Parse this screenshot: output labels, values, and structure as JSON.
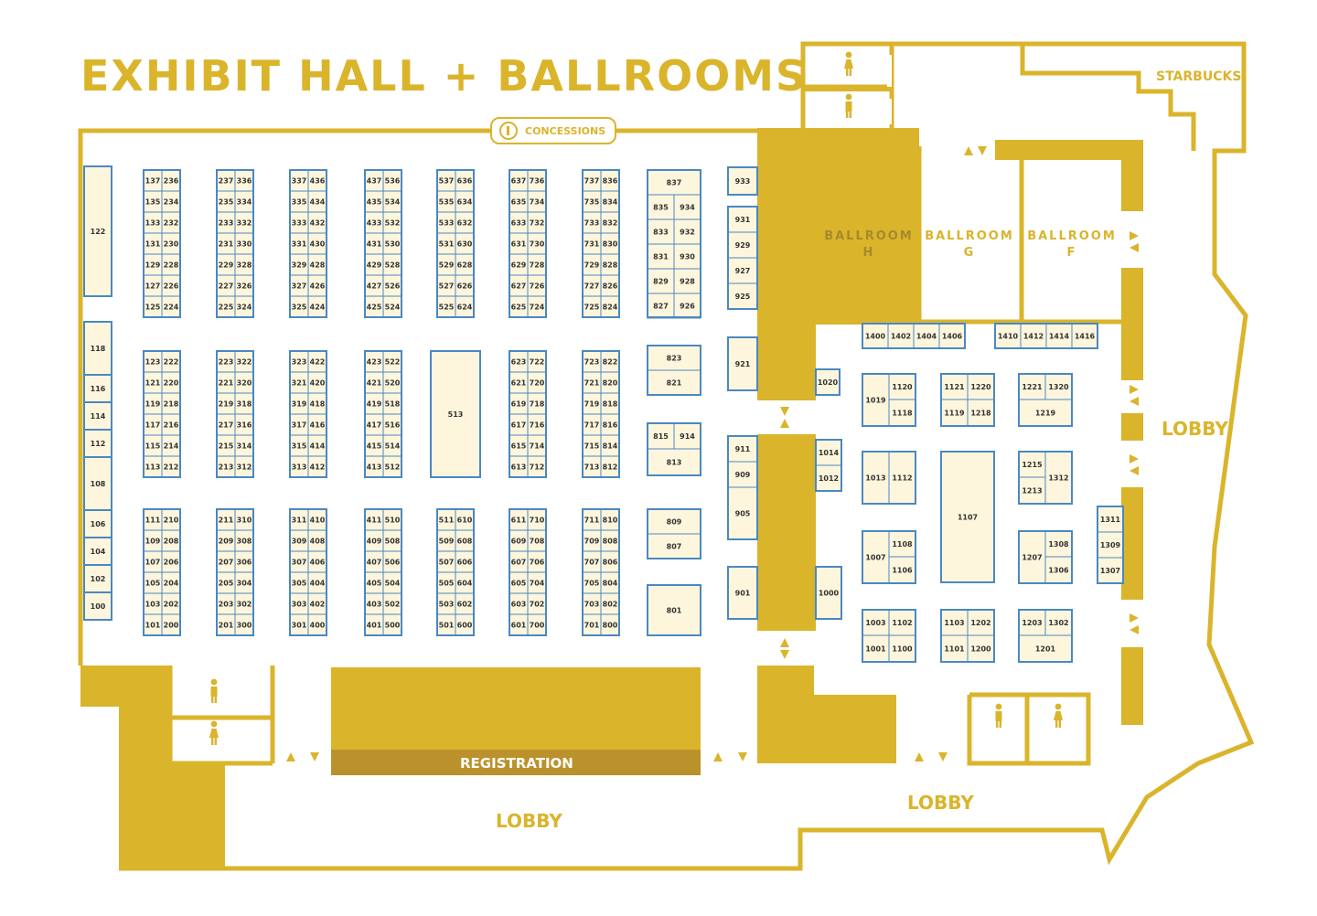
{
  "title": "EXHIBIT HALL + BALLROOMS",
  "labels": {
    "concessions": "CONCESSIONS",
    "starbucks": "STARBUCKS",
    "registration": "REGISTRATION",
    "lobby_left": "LOBBY",
    "lobby_bottom": "LOBBY",
    "lobby_right": "LOBBY",
    "ballroom_h": [
      "BALLROOM",
      "H"
    ],
    "ballroom_g": [
      "BALLROOM",
      "G"
    ],
    "ballroom_f": [
      "BALLROOM",
      "F"
    ]
  },
  "icons": {
    "restroom_women": "woman-restroom-icon",
    "restroom_men": "man-restroom-icon",
    "concessions": "utensils-icon",
    "arrows": "direction-arrow-icon"
  },
  "colors": {
    "gold": "#dab42b",
    "gold_dark": "#bb912c",
    "booth_fill": "#fdf6dc",
    "booth_border": "#4a88c2"
  },
  "booths": {
    "wall_left": [
      "122",
      "118",
      "116",
      "114",
      "112",
      "108",
      "106",
      "104",
      "102",
      "100"
    ],
    "aisle_columns": [
      {
        "top": [
          [
            "137",
            "236"
          ],
          [
            "135",
            "234"
          ],
          [
            "133",
            "232"
          ],
          [
            "131",
            "230"
          ],
          [
            "129",
            "228"
          ],
          [
            "127",
            "226"
          ],
          [
            "125",
            "224"
          ]
        ],
        "mid": [
          [
            "123",
            "222"
          ],
          [
            "121",
            "220"
          ],
          [
            "119",
            "218"
          ],
          [
            "117",
            "216"
          ],
          [
            "115",
            "214"
          ],
          [
            "113",
            "212"
          ]
        ],
        "bot": [
          [
            "111",
            "210"
          ],
          [
            "109",
            "208"
          ],
          [
            "107",
            "206"
          ],
          [
            "105",
            "204"
          ],
          [
            "103",
            "202"
          ],
          [
            "101",
            "200"
          ]
        ]
      },
      {
        "top": [
          [
            "237",
            "336"
          ],
          [
            "235",
            "334"
          ],
          [
            "233",
            "332"
          ],
          [
            "231",
            "330"
          ],
          [
            "229",
            "328"
          ],
          [
            "227",
            "326"
          ],
          [
            "225",
            "324"
          ]
        ],
        "mid": [
          [
            "223",
            "322"
          ],
          [
            "221",
            "320"
          ],
          [
            "219",
            "318"
          ],
          [
            "217",
            "316"
          ],
          [
            "215",
            "314"
          ],
          [
            "213",
            "312"
          ]
        ],
        "bot": [
          [
            "211",
            "310"
          ],
          [
            "209",
            "308"
          ],
          [
            "207",
            "306"
          ],
          [
            "205",
            "304"
          ],
          [
            "203",
            "302"
          ],
          [
            "201",
            "300"
          ]
        ]
      },
      {
        "top": [
          [
            "337",
            "436"
          ],
          [
            "335",
            "434"
          ],
          [
            "333",
            "432"
          ],
          [
            "331",
            "430"
          ],
          [
            "329",
            "428"
          ],
          [
            "327",
            "426"
          ],
          [
            "325",
            "424"
          ]
        ],
        "mid": [
          [
            "323",
            "422"
          ],
          [
            "321",
            "420"
          ],
          [
            "319",
            "418"
          ],
          [
            "317",
            "416"
          ],
          [
            "315",
            "414"
          ],
          [
            "313",
            "412"
          ]
        ],
        "bot": [
          [
            "311",
            "410"
          ],
          [
            "309",
            "408"
          ],
          [
            "307",
            "406"
          ],
          [
            "305",
            "404"
          ],
          [
            "303",
            "402"
          ],
          [
            "301",
            "400"
          ]
        ]
      },
      {
        "top": [
          [
            "437",
            "536"
          ],
          [
            "435",
            "534"
          ],
          [
            "433",
            "532"
          ],
          [
            "431",
            "530"
          ],
          [
            "429",
            "528"
          ],
          [
            "427",
            "526"
          ],
          [
            "425",
            "524"
          ]
        ],
        "mid": [
          [
            "423",
            "522"
          ],
          [
            "421",
            "520"
          ],
          [
            "419",
            "518"
          ],
          [
            "417",
            "516"
          ],
          [
            "415",
            "514"
          ],
          [
            "413",
            "512"
          ]
        ],
        "bot": [
          [
            "411",
            "510"
          ],
          [
            "409",
            "508"
          ],
          [
            "407",
            "506"
          ],
          [
            "405",
            "504"
          ],
          [
            "403",
            "502"
          ],
          [
            "401",
            "500"
          ]
        ]
      },
      {
        "top": [
          [
            "537",
            "636"
          ],
          [
            "535",
            "634"
          ],
          [
            "533",
            "632"
          ],
          [
            "531",
            "630"
          ],
          [
            "529",
            "628"
          ],
          [
            "527",
            "626"
          ],
          [
            "525",
            "624"
          ]
        ],
        "mid_single": "513",
        "bot": [
          [
            "511",
            "610"
          ],
          [
            "509",
            "608"
          ],
          [
            "507",
            "606"
          ],
          [
            "505",
            "604"
          ],
          [
            "503",
            "602"
          ],
          [
            "501",
            "600"
          ]
        ]
      },
      {
        "top": [
          [
            "637",
            "736"
          ],
          [
            "635",
            "734"
          ],
          [
            "633",
            "732"
          ],
          [
            "631",
            "730"
          ],
          [
            "629",
            "728"
          ],
          [
            "627",
            "726"
          ],
          [
            "625",
            "724"
          ]
        ],
        "mid": [
          [
            "623",
            "722"
          ],
          [
            "621",
            "720"
          ],
          [
            "619",
            "718"
          ],
          [
            "617",
            "716"
          ],
          [
            "615",
            "714"
          ],
          [
            "613",
            "712"
          ]
        ],
        "bot": [
          [
            "611",
            "710"
          ],
          [
            "609",
            "708"
          ],
          [
            "607",
            "706"
          ],
          [
            "605",
            "704"
          ],
          [
            "603",
            "702"
          ],
          [
            "601",
            "700"
          ]
        ]
      },
      {
        "top": [
          [
            "737",
            "836"
          ],
          [
            "735",
            "834"
          ],
          [
            "733",
            "832"
          ],
          [
            "731",
            "830"
          ],
          [
            "729",
            "828"
          ],
          [
            "727",
            "826"
          ],
          [
            "725",
            "824"
          ]
        ],
        "mid": [
          [
            "723",
            "822"
          ],
          [
            "721",
            "820"
          ],
          [
            "719",
            "818"
          ],
          [
            "717",
            "816"
          ],
          [
            "715",
            "814"
          ],
          [
            "713",
            "812"
          ]
        ],
        "bot": [
          [
            "711",
            "810"
          ],
          [
            "709",
            "808"
          ],
          [
            "707",
            "806"
          ],
          [
            "705",
            "804"
          ],
          [
            "703",
            "802"
          ],
          [
            "701",
            "800"
          ]
        ]
      }
    ],
    "block_800_top": {
      "head": "837",
      "rows": [
        [
          "835",
          "934"
        ],
        [
          "833",
          "932"
        ],
        [
          "831",
          "930"
        ],
        [
          "829",
          "928"
        ],
        [
          "827",
          "926"
        ]
      ]
    },
    "block_823": [
      "823",
      "821"
    ],
    "block_815": {
      "row": [
        "815",
        "914"
      ],
      "bottom": "813"
    },
    "block_809": [
      "809",
      "807"
    ],
    "single_801": "801",
    "column_900_top": [
      "933",
      "931",
      "929",
      "927",
      "925"
    ],
    "single_921": "921",
    "column_900_bot": [
      "911",
      "909",
      "905"
    ],
    "single_901": "901",
    "single_1020": "1020",
    "pair_1014": [
      "1014",
      "1012"
    ],
    "single_1000": "1000",
    "row_1400_left": [
      "1400",
      "1402",
      "1404",
      "1406"
    ],
    "row_1400_right": [
      "1410",
      "1412",
      "1414",
      "1416"
    ],
    "block_1019": {
      "left": "1019",
      "right": [
        "1120",
        "1118"
      ]
    },
    "block_1121": {
      "top": [
        "1121",
        "1220"
      ],
      "bottom": [
        "1119",
        "1218"
      ]
    },
    "block_1221": {
      "top": [
        "1221",
        "1320"
      ],
      "bottom": "1219"
    },
    "block_1013": [
      "1013",
      "1112"
    ],
    "single_1107": "1107",
    "block_1215": {
      "left": [
        "1215",
        "1213"
      ],
      "right": "1312"
    },
    "column_1300": [
      "1311",
      "1309",
      "1307"
    ],
    "block_1007": {
      "left": "1007",
      "right": [
        "1108",
        "1106"
      ]
    },
    "block_1207": {
      "left": "1207",
      "right": [
        "1308",
        "1306"
      ]
    },
    "block_1003": {
      "top": [
        "1003",
        "1102"
      ],
      "bottom": [
        "1001",
        "1100"
      ]
    },
    "block_1103": {
      "top": [
        "1103",
        "1202"
      ],
      "bottom": [
        "1101",
        "1200"
      ]
    },
    "block_1203": {
      "top": [
        "1203",
        "1302"
      ],
      "bottom": "1201"
    }
  }
}
